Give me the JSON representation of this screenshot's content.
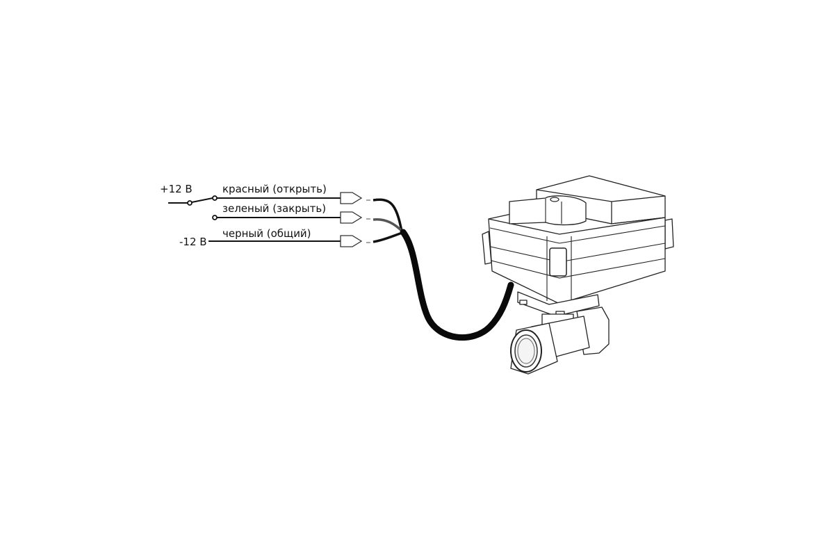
{
  "diagram": {
    "labels": {
      "plus_voltage": "+12 В",
      "minus_voltage": "-12 В",
      "wire_red": "красный (открыть)",
      "wire_green": "зеленый (закрыть)",
      "wire_black": "черный (общий)"
    },
    "colors": {
      "line": "#111111",
      "cable": "#0a0a0a",
      "wire_grey": "#555555",
      "background": "#ffffff"
    }
  }
}
